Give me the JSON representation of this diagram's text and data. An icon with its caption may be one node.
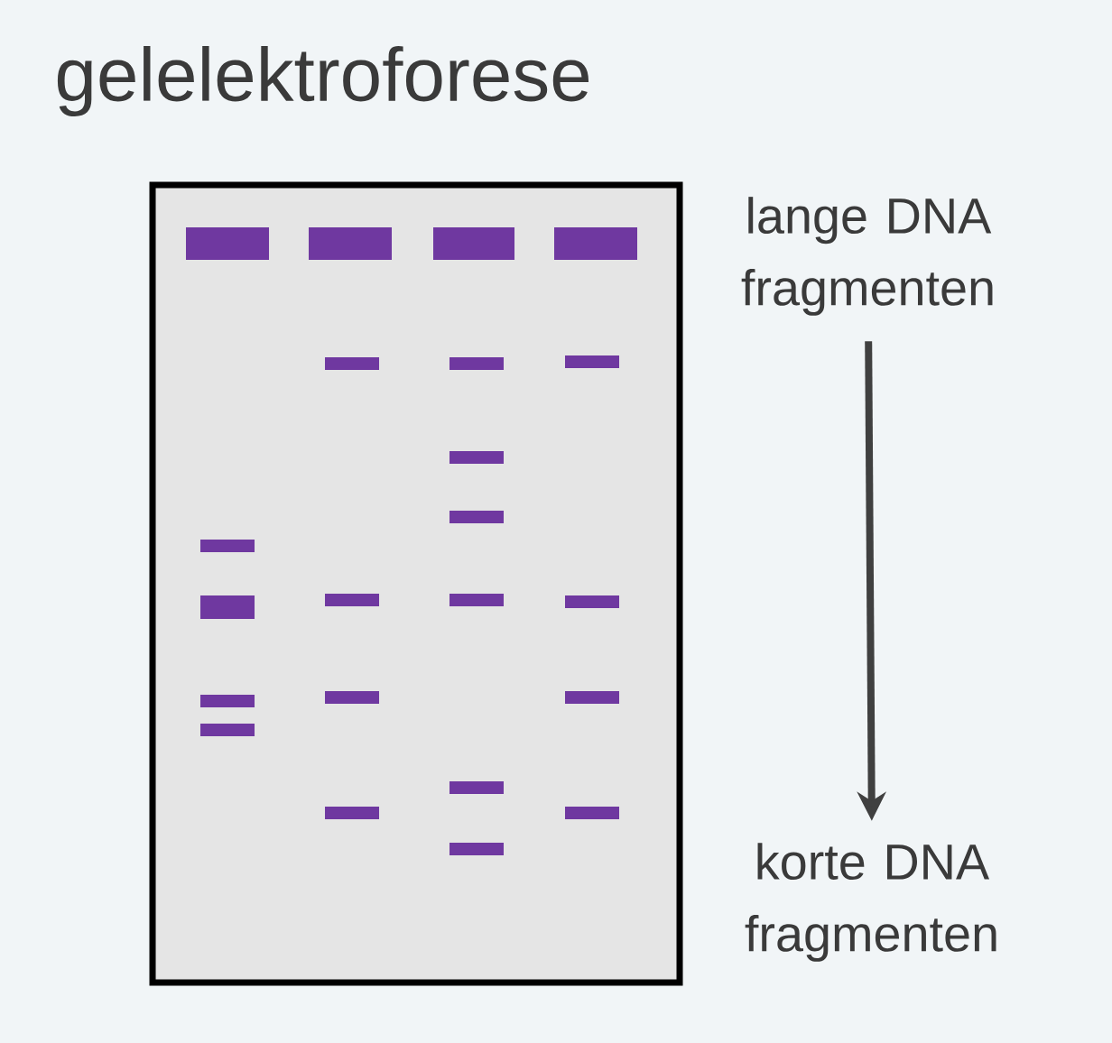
{
  "diagram": {
    "title": "gelelektroforese",
    "nodes": [
      {
        "text": [
          "lange DNA fragmenten"
        ]
      },
      {
        "text": [
          "korte DNA fragmenten"
        ]
      }
    ],
    "edges": [
      {
        "from": 0,
        "to": 1,
        "arrow": "to"
      }
    ]
  }
}
